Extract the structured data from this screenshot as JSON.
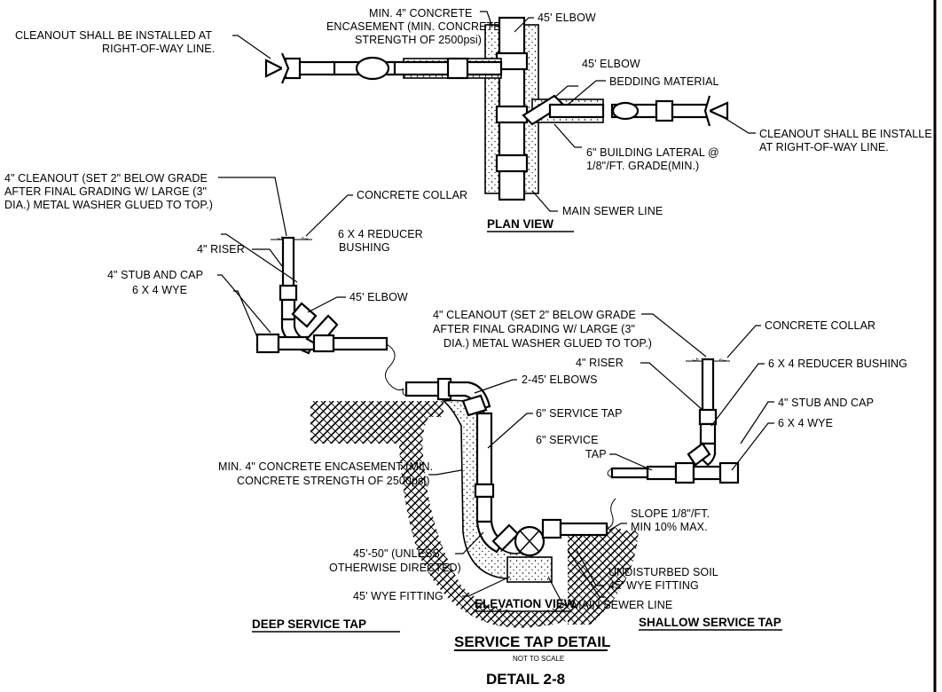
{
  "title": "SERVICE TAP DETAIL",
  "subtitle": "NOT TO SCALE",
  "detail_number": "DETAIL 2-8",
  "views": {
    "plan": "PLAN VIEW",
    "elevation": "ELEVATION VIEW",
    "deep": "DEEP SERVICE TAP",
    "shallow": "SHALLOW SERVICE TAP"
  },
  "plan_labels": {
    "cleanout_left_1": "CLEANOUT SHALL BE INSTALLED AT",
    "cleanout_left_2": "RIGHT-OF-WAY LINE.",
    "encasement_1": "MIN. 4\" CONCRETE",
    "encasement_2": "ENCASEMENT (MIN. CONCRETE",
    "encasement_3": "STRENGTH OF 2500psi)",
    "elbow_top": "45' ELBOW",
    "elbow_mid": "45' ELBOW",
    "bedding": "BEDDING MATERIAL",
    "cleanout_right_1": "CLEANOUT SHALL BE INSTALLE",
    "cleanout_right_2": "AT RIGHT-OF-WAY LINE.",
    "lateral_1": "6\" BUILDING LATERAL @",
    "lateral_2": "1/8\"/FT. GRADE(MIN.)",
    "main_sewer": "MAIN SEWER LINE"
  },
  "deep_labels": {
    "cleanout_1": "4\" CLEANOUT (SET 2\" BELOW GRADE",
    "cleanout_2": "AFTER FINAL GRADING W/ LARGE (3\"",
    "cleanout_3": "DIA.) METAL WASHER GLUED TO TOP.)",
    "collar": "CONCRETE COLLAR",
    "riser": "4\" RISER",
    "reducer_1": "6 X 4 REDUCER",
    "reducer_2": "BUSHING",
    "stub": "4\" STUB AND CAP",
    "wye": "6 X 4 WYE",
    "elbow": "45' ELBOW",
    "elbows2": "2-45' ELBOWS",
    "service_tap": "6\" SERVICE TAP",
    "encasement_1": "MIN. 4\" CONCRETE ENCASEMENT (MIN.",
    "encasement_2": "CONCRETE STRENGTH OF 2500psi)",
    "angle_1": "45'-50\" (UNLESS",
    "angle_2": "OTHERWISE DIRECTED)",
    "wye_fitting": "45' WYE FITTING"
  },
  "shallow_labels": {
    "cleanout_1": "4\" CLEANOUT (SET 2\" BELOW GRADE",
    "cleanout_2": "AFTER FINAL GRADING W/ LARGE (3\"",
    "cleanout_3": "DIA.) METAL WASHER GLUED TO TOP.)",
    "collar": "CONCRETE COLLAR",
    "riser": "4\" RISER",
    "reducer": "6 X 4 REDUCER BUSHING",
    "stub": "4\" STUB AND CAP",
    "wye": "6 X 4 WYE",
    "service_tap_1": "6\" SERVICE",
    "service_tap_2": "TAP",
    "slope_1": "SLOPE 1/8\"/FT.",
    "slope_2": "MIN 10% MAX.",
    "soil": "UNDISTURBED SOIL",
    "wye_fitting": "45' WYE FITTING",
    "main_sewer": "MAIN SEWER LINE"
  }
}
